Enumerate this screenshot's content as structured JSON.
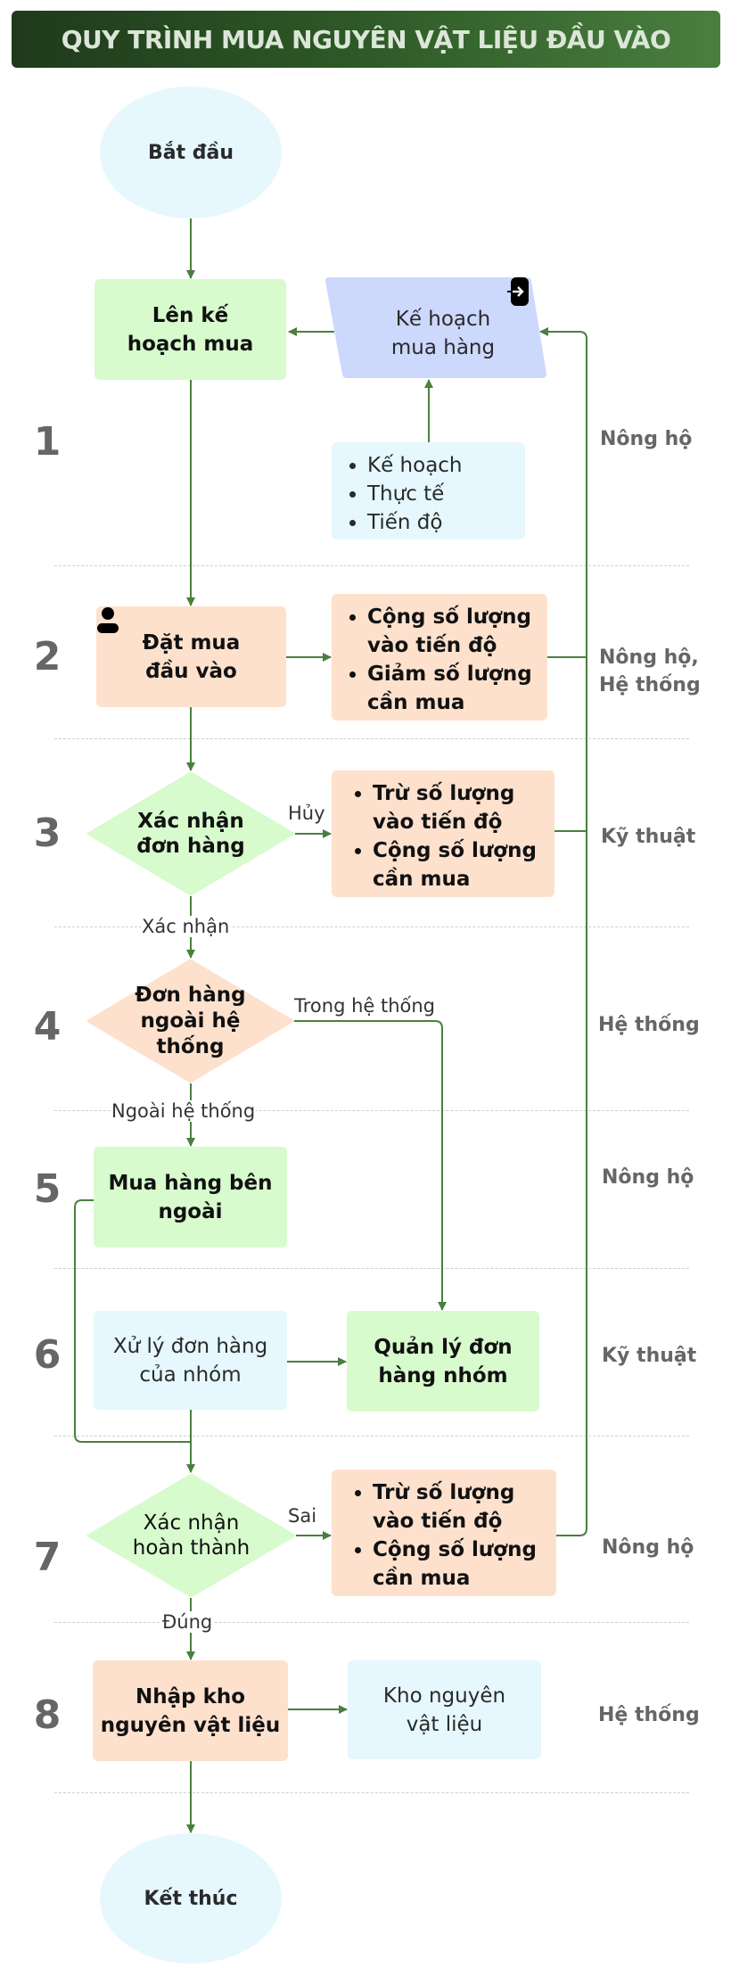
{
  "header": {
    "title": "QUY TRÌNH MUA NGUYÊN VẬT LIỆU ĐẦU VÀO",
    "gradient_from": "#1f3a1b",
    "gradient_to": "#4a7f3f"
  },
  "colors": {
    "connector": "#4a7f3f",
    "green_node": "#d7fbcd",
    "peach_node": "#fde1cd",
    "lightblue_node": "#e6f8fd",
    "purple_node": "#cdd8fd",
    "role_text": "#666666"
  },
  "start": {
    "label": "Bắt đầu"
  },
  "end": {
    "label": "Kết thúc"
  },
  "rows": [
    {
      "number": "1",
      "role": "Nông hộ"
    },
    {
      "number": "2",
      "role": "Nông hộ, Hệ thống",
      "role_lines": [
        "Nông hộ,",
        "Hệ thống"
      ]
    },
    {
      "number": "3",
      "role": "Kỹ thuật"
    },
    {
      "number": "4",
      "role": "Hệ thống"
    },
    {
      "number": "5",
      "role": "Nông hộ"
    },
    {
      "number": "6",
      "role": "Kỹ thuật"
    },
    {
      "number": "7",
      "role": "Nông hộ"
    },
    {
      "number": "8",
      "role": "Hệ thống"
    }
  ],
  "nodes": {
    "plan_purchase": {
      "lines": [
        "Lên kế",
        "hoạch mua"
      ]
    },
    "purchase_plan_data": {
      "lines": [
        "Kế hoạch",
        "mua hàng"
      ],
      "icon": "sign-in-icon"
    },
    "plan_details": {
      "items": [
        "Kế hoạch",
        "Thực tế",
        "Tiến độ"
      ]
    },
    "order_inputs": {
      "lines": [
        "Đặt mua",
        "đầu vào"
      ],
      "icon": "person-icon"
    },
    "order_effects": {
      "items": [
        "Cộng số lượng vào tiến độ",
        "Giảm số lượng cần mua"
      ]
    },
    "confirm_order": {
      "lines": [
        "Xác nhận",
        "đơn hàng"
      ]
    },
    "cancel_effects": {
      "items": [
        "Trừ số lượng vào tiến độ",
        "Cộng số lượng cần mua"
      ]
    },
    "order_outside_system": {
      "lines": [
        "Đơn hàng",
        "ngoài hệ",
        "thống"
      ]
    },
    "buy_outside": {
      "lines": [
        "Mua hàng bên",
        "ngoài"
      ]
    },
    "process_group_order": {
      "lines": [
        "Xử lý đơn hàng",
        "của nhóm"
      ]
    },
    "manage_group_order": {
      "lines": [
        "Quản lý đơn",
        "hàng nhóm"
      ]
    },
    "confirm_complete": {
      "lines": [
        "Xác nhận",
        "hoàn thành"
      ]
    },
    "wrong_effects": {
      "items": [
        "Trừ số lượng vào tiến độ",
        "Cộng số lượng cần mua"
      ]
    },
    "warehouse_entry": {
      "lines": [
        "Nhập kho",
        "nguyên vật liệu"
      ]
    },
    "material_warehouse": {
      "lines": [
        "Kho nguyên",
        "vật liệu"
      ]
    }
  },
  "edge_labels": {
    "cancel": "Hủy",
    "confirm": "Xác nhận",
    "in_system": "Trong hệ thống",
    "outside_system": "Ngoài hệ thống",
    "wrong": "Sai",
    "correct": "Đúng"
  }
}
